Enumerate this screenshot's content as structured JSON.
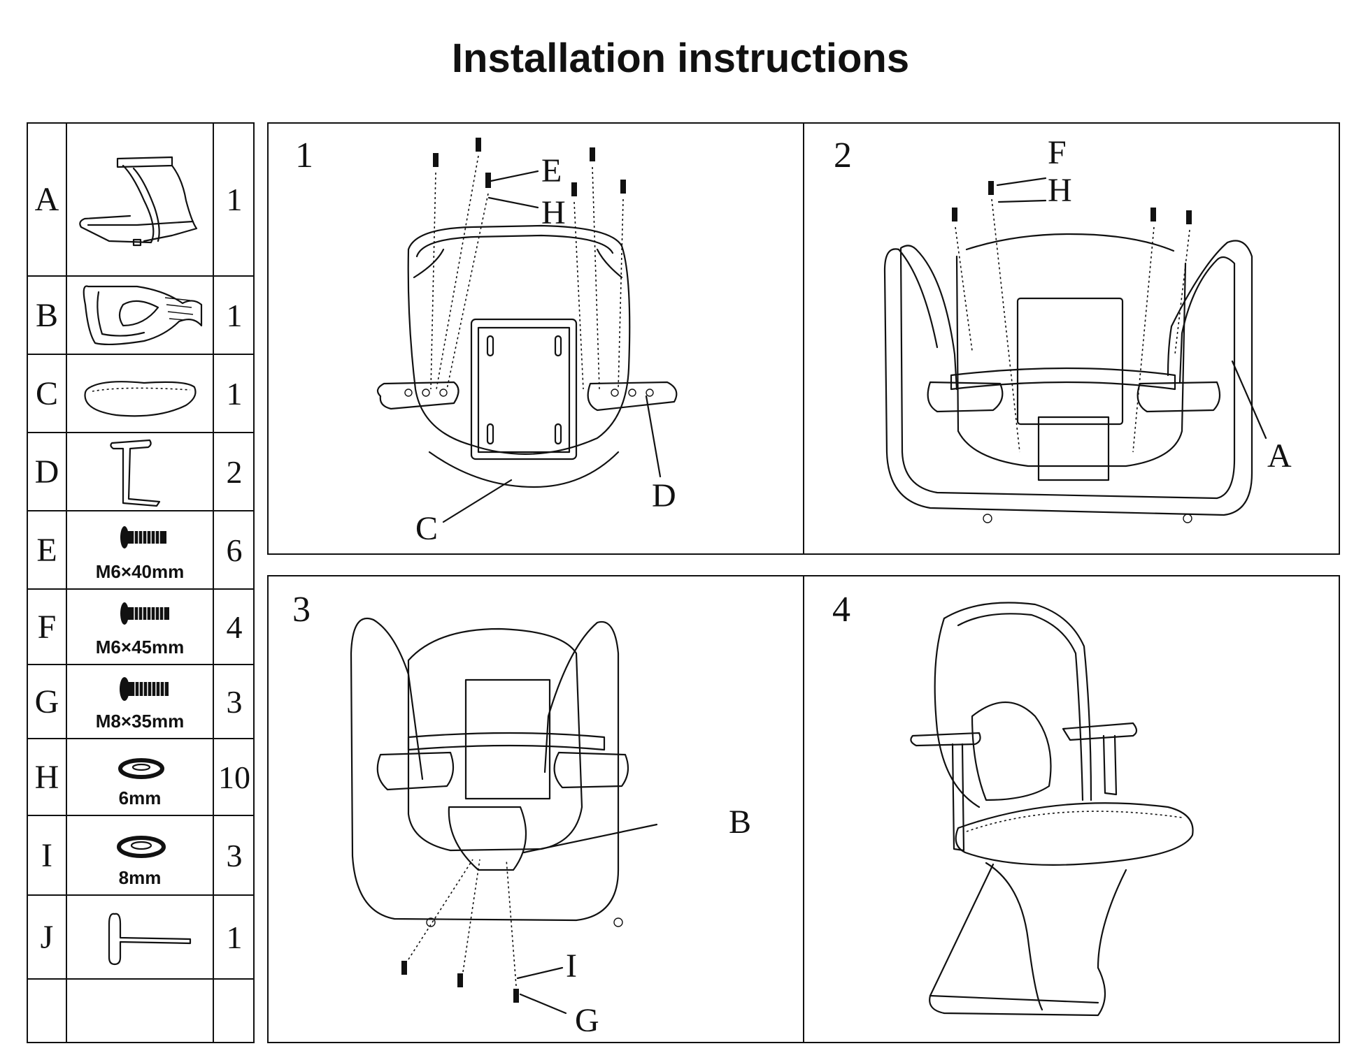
{
  "title": "Installation instructions",
  "parts": [
    {
      "letter": "A",
      "qty": "1",
      "icon": "base-frame-icon"
    },
    {
      "letter": "B",
      "qty": "1",
      "icon": "backrest-mesh-icon"
    },
    {
      "letter": "C",
      "qty": "1",
      "icon": "seat-cushion-icon"
    },
    {
      "letter": "D",
      "qty": "2",
      "icon": "armrest-icon"
    },
    {
      "letter": "E",
      "qty": "6",
      "size": "M6×40mm",
      "icon": "bolt-icon"
    },
    {
      "letter": "F",
      "qty": "4",
      "size": "M6×45mm",
      "icon": "bolt-icon"
    },
    {
      "letter": "G",
      "qty": "3",
      "size": "M8×35mm",
      "icon": "bolt-icon"
    },
    {
      "letter": "H",
      "qty": "10",
      "size": "6mm",
      "icon": "washer-icon"
    },
    {
      "letter": "I",
      "qty": "3",
      "size": "8mm",
      "icon": "washer-icon"
    },
    {
      "letter": "J",
      "qty": "1",
      "icon": "hex-key-icon"
    },
    {
      "letter": "",
      "qty": ""
    }
  ],
  "steps": [
    {
      "number": "1",
      "labels": {
        "e": "E",
        "h": "H",
        "c": "C",
        "d": "D"
      }
    },
    {
      "number": "2",
      "labels": {
        "f": "F",
        "h": "H",
        "a": "A"
      }
    },
    {
      "number": "3",
      "labels": {
        "b": "B",
        "i": "I",
        "g": "G"
      }
    },
    {
      "number": "4"
    }
  ]
}
